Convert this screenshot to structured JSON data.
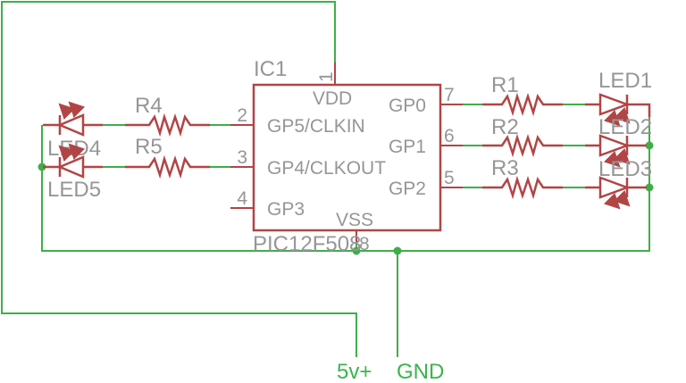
{
  "colors": {
    "wire_green": "#3fae49",
    "symbol_red": "#b14546",
    "label_gray": "#969696",
    "supply_green": "#3cb44b",
    "background": "#ffffff"
  },
  "ic": {
    "ref": "IC1",
    "value": "PIC12F508",
    "pins": {
      "vdd": {
        "num": "1",
        "label": "VDD"
      },
      "vss": {
        "num": "8",
        "label": "VSS"
      },
      "gp5": {
        "num": "2",
        "label": "GP5/CLKIN"
      },
      "gp4": {
        "num": "3",
        "label": "GP4/CLKOUT"
      },
      "gp3": {
        "num": "4",
        "label": "GP3"
      },
      "gp0": {
        "num": "7",
        "label": "GP0"
      },
      "gp1": {
        "num": "6",
        "label": "GP1"
      },
      "gp2": {
        "num": "5",
        "label": "GP2"
      }
    }
  },
  "resistors": {
    "r1": "R1",
    "r2": "R2",
    "r3": "R3",
    "r4": "R4",
    "r5": "R5"
  },
  "leds": {
    "led1": "LED1",
    "led2": "LED2",
    "led3": "LED3",
    "led4": "LED4",
    "led5": "LED5"
  },
  "supplies": {
    "power": "5v+",
    "ground": "GND"
  }
}
